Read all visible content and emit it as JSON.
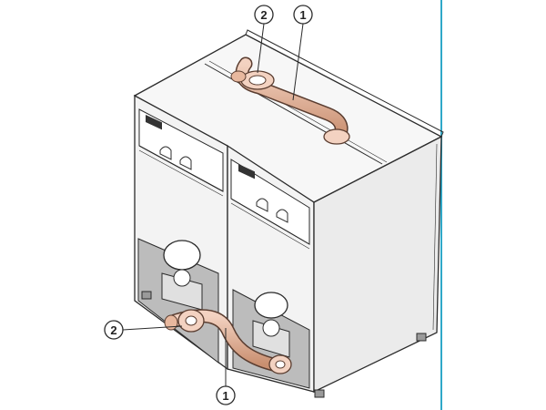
{
  "callouts": [
    {
      "id": "top-2",
      "number": "2"
    },
    {
      "id": "top-1",
      "number": "1"
    },
    {
      "id": "bottom-2",
      "number": "2"
    },
    {
      "id": "bottom-1",
      "number": "1"
    }
  ],
  "colors": {
    "line": "#2b2b2b",
    "panel_light": "#f7f7f7",
    "panel_side": "#e9e9e9",
    "panel_grey": "#bcbcbc",
    "pipe": "#e8b89e",
    "pipe_dark": "#c98f70",
    "pipe_outline": "#5a3d30",
    "edge_accent": "#2fa8c8"
  }
}
